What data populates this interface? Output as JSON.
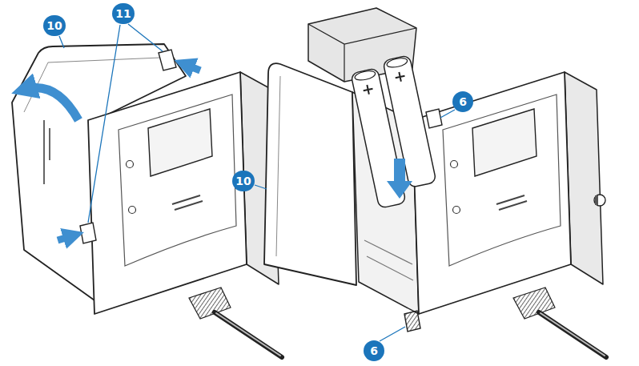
{
  "diagram": {
    "labels": [
      "11",
      "10",
      "6",
      "10",
      "6"
    ]
  }
}
